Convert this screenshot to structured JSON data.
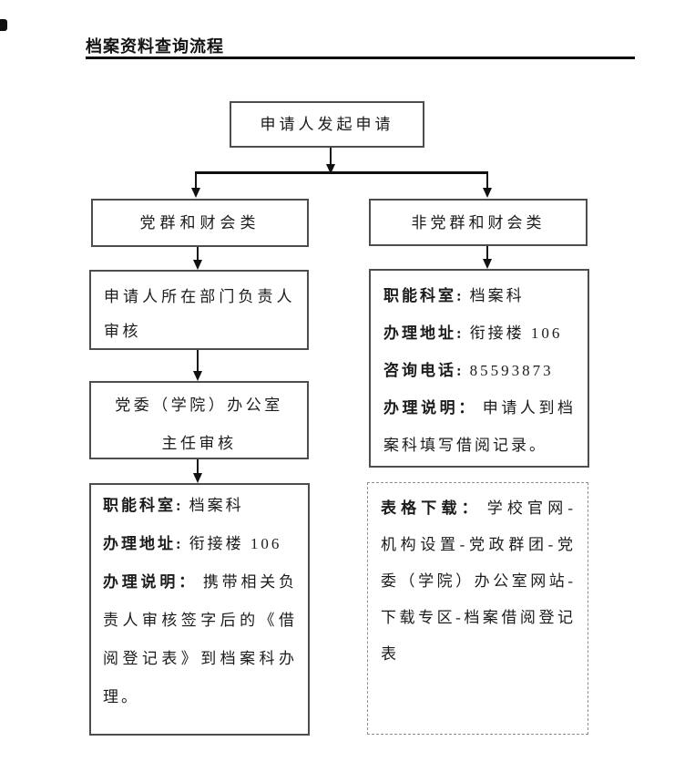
{
  "page": {
    "title": "档案资料查询流程"
  },
  "colors": {
    "text": "#1c1c1c",
    "box_border": "#4d4d4d",
    "dashed_border": "#8f8f8f",
    "connector": "#111111",
    "title_rule": "#0c0c0c"
  },
  "flow": {
    "start": {
      "label": "申请人发起申请"
    },
    "left_branch": {
      "title": "党群和财会类",
      "step_review": "申请人所在部门负责人审核",
      "step_office_line1": "党委（学院）办公室",
      "step_office_line2": "主任审核",
      "details": [
        {
          "label": "职能科室:",
          "value": "档案科"
        },
        {
          "label": "办理地址:",
          "value": "衔接楼 106"
        },
        {
          "label": "办理说明：",
          "value": "携带相关负责人审核签字后的《借阅登记表》到档案科办理。"
        }
      ]
    },
    "right_branch": {
      "title": "非党群和财会类",
      "details": [
        {
          "label": "职能科室:",
          "value": "档案科"
        },
        {
          "label": "办理地址:",
          "value": "衔接楼 106"
        },
        {
          "label": "咨询电话:",
          "value": "85593873"
        },
        {
          "label": "办理说明：",
          "value": "申请人到档案科填写借阅记录。"
        }
      ],
      "download": {
        "label": "表格下载：",
        "value": "学校官网-机构设置-党政群团-党委（学院）办公室网站-下载专区-档案借阅登记表"
      }
    }
  }
}
